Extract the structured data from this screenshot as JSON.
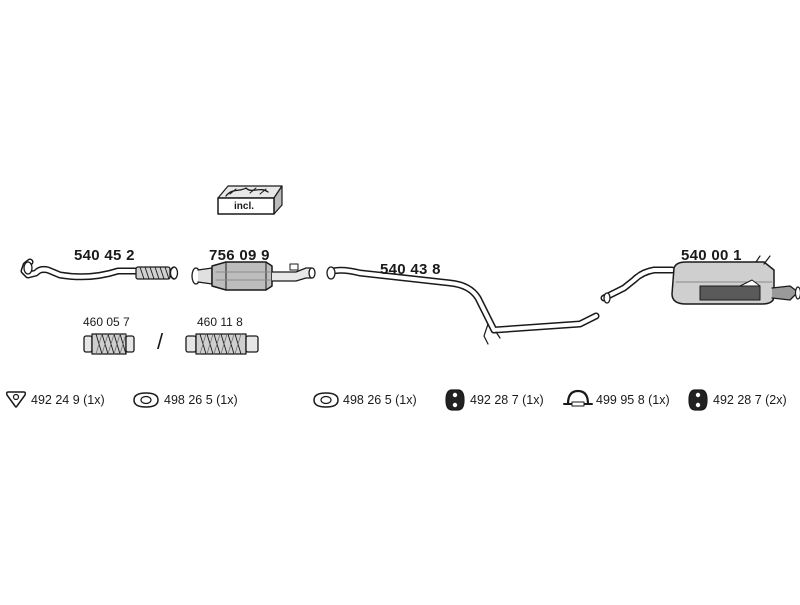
{
  "kit_label": "incl.",
  "parts": {
    "front_pipe": "540 45 2",
    "catalyst": "756 09 9",
    "middle_pipe": "540 43 8",
    "rear_silencer": "540 00 1",
    "flex_a": "460 05 7",
    "flex_sep": "/",
    "flex_b": "460 11 8"
  },
  "legend": [
    {
      "icon": "triangle-gasket-icon",
      "text": "492 24 9 (1x)"
    },
    {
      "icon": "oval-gasket-icon",
      "text": "498 26 5 (1x)"
    },
    {
      "icon": "oval-gasket-icon",
      "text": "498 26 5 (1x)"
    },
    {
      "icon": "rubber-mount-icon",
      "text": "492 28 7 (1x)"
    },
    {
      "icon": "clamp-ring-icon",
      "text": "499 95 8 (1x)"
    },
    {
      "icon": "rubber-mount-icon",
      "text": "492 28 7 (2x)"
    }
  ],
  "colors": {
    "line": "#1a1a1a",
    "fill": "#d0d0d0",
    "dark": "#555555"
  }
}
